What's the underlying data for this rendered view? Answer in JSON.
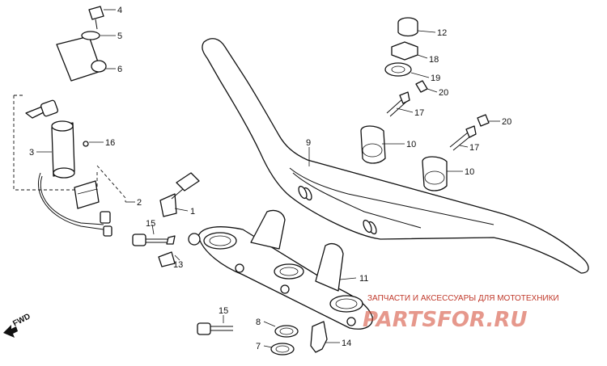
{
  "callouts": [
    "1",
    "2",
    "3",
    "4",
    "5",
    "6",
    "7",
    "8",
    "9",
    "10",
    "10",
    "11",
    "12",
    "13",
    "14",
    "15",
    "15",
    "16",
    "17",
    "17",
    "18",
    "19",
    "20",
    "20"
  ],
  "fwd_label": "FWD",
  "watermark": {
    "caption": "ЗАПЧАСТИ И АКСЕССУАРЫ ДЛЯ МОТОТЕХНИКИ",
    "logo": "PARTSFOR.RU"
  }
}
